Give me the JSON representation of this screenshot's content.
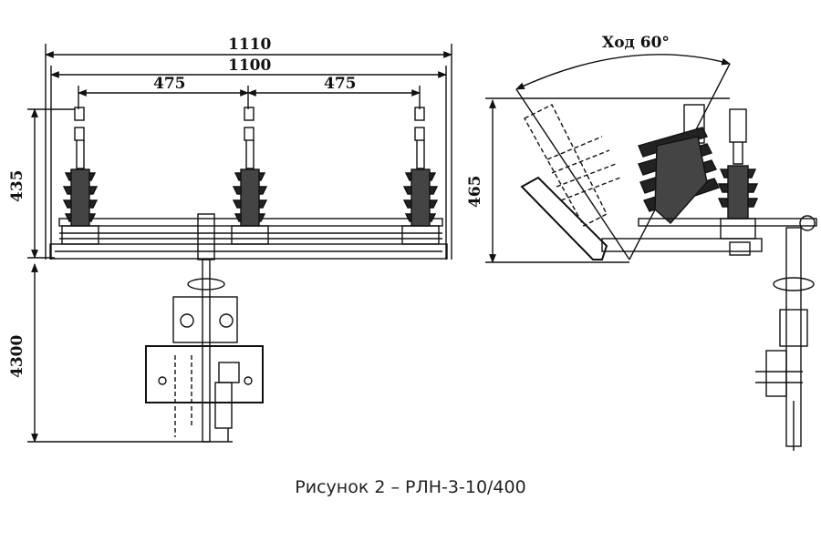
{
  "dimensions": {
    "overall_width": "1110",
    "inner_width": "1100",
    "spacing_left": "475",
    "spacing_right": "475",
    "height_left": "435",
    "drive_length": "4300",
    "height_right": "465",
    "travel": "Ход 60°"
  },
  "caption": "Рисунок 2 – РЛН-3-10/400",
  "colors": {
    "ink": "#111111",
    "background": "#ffffff"
  }
}
